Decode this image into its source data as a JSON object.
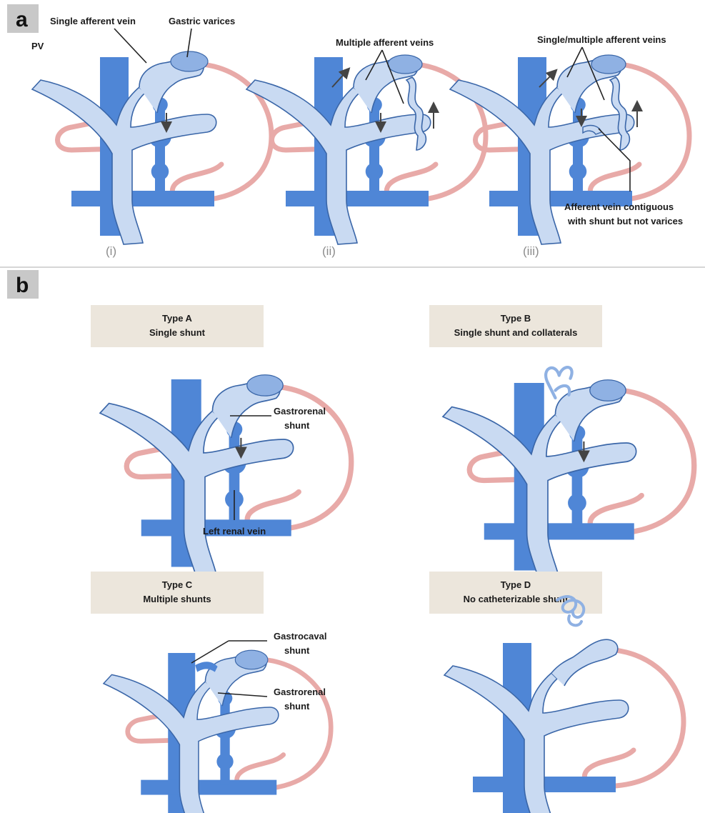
{
  "colors": {
    "vessel_dark": "#4f86d6",
    "vessel_light": "#c9daf2",
    "vessel_outline": "#3a66a8",
    "varix": "#8fb1e3",
    "stomach": "#e8aaa8",
    "type_box": "#ece6dc",
    "panel_tab": "#c8c8c8",
    "divider": "#d6d6d6"
  },
  "panel_a": {
    "letter": "a",
    "pv_label": "PV",
    "labels": {
      "single_afferent": "Single afferent vein",
      "gastric_varices": "Gastric varices",
      "multiple_afferent": "Multiple afferent veins",
      "single_multiple_afferent": "Single/multiple afferent veins",
      "contiguous_line1": "Afferent vein contiguous",
      "contiguous_line2": "with shunt but not varices"
    },
    "roman": [
      "(i)",
      "(ii)",
      "(iii)"
    ]
  },
  "panel_b": {
    "letter": "b",
    "types": [
      {
        "title": "Type A",
        "subtitle": "Single shunt"
      },
      {
        "title": "Type B",
        "subtitle": "Single shunt  and collaterals"
      },
      {
        "title": "Type C",
        "subtitle": "Multiple  shunts"
      },
      {
        "title": "Type D",
        "subtitle": "No catheterizable shunt"
      }
    ],
    "labels": {
      "gastrorenal_1": "Gastrorenal",
      "gastrorenal_2": "shunt",
      "left_renal_vein": "Left renal vein",
      "gastrocaval_1": "Gastrocaval",
      "gastrocaval_2": "shunt"
    }
  }
}
